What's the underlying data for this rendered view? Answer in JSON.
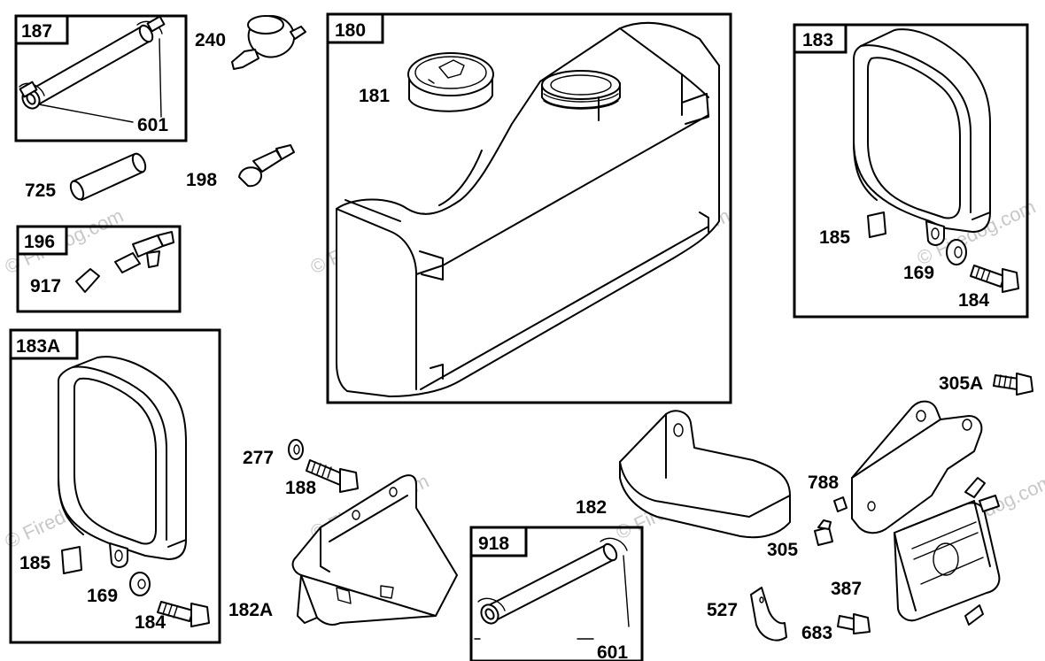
{
  "watermark": {
    "text": "© Firedog.com"
  },
  "boxes": {
    "b187": "187",
    "b180": "180",
    "b183": "183",
    "b196": "196",
    "b183A": "183A",
    "b918": "918"
  },
  "labels": {
    "p240": "240",
    "p601a": "601",
    "p181": "181",
    "p725": "725",
    "p198": "198",
    "p917": "917",
    "p185a": "185",
    "p169a": "169",
    "p184a": "184",
    "p305A": "305A",
    "p277": "277",
    "p188": "188",
    "p182a": "182",
    "p788": "788",
    "p182A": "182A",
    "p185b": "185",
    "p169b": "169",
    "p184b": "184",
    "p305": "305",
    "p387": "387",
    "p527": "527",
    "p683": "683",
    "p601b": "601"
  }
}
